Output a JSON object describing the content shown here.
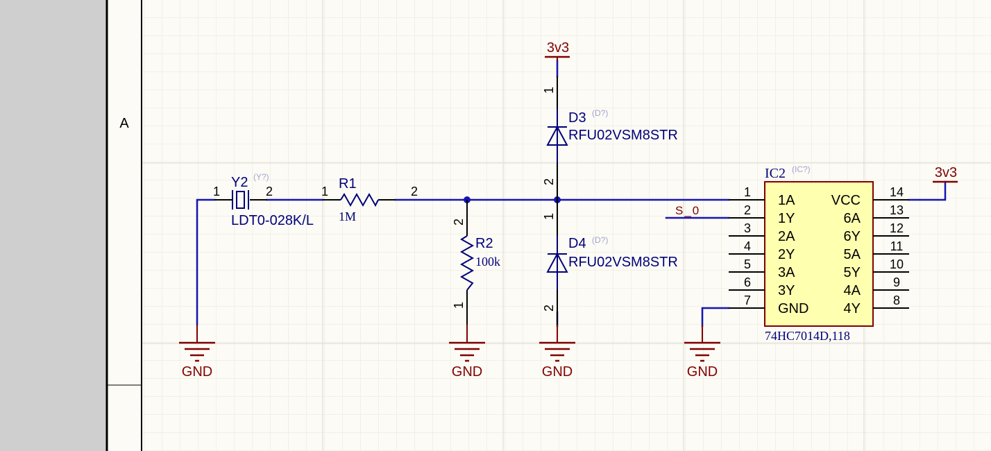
{
  "sheet": {
    "zone_label": "A"
  },
  "colors": {
    "wire": "#1414b4",
    "power": "#800000",
    "part": "#00007a",
    "ic_body": "#ffffb0",
    "ic_border": "#800000",
    "designator_hint": "#a3a3d1"
  },
  "power_ports": {
    "vcc_label": "3v3",
    "gnd_label": "GND"
  },
  "crystal": {
    "designator": "Y2",
    "designator_hint": "(Y?)",
    "value": "LDT0-028K/L",
    "pin1": "1",
    "pin2": "2"
  },
  "resistors": [
    {
      "designator": "R1",
      "value": "1M",
      "pin1": "1",
      "pin2": "2"
    },
    {
      "designator": "R2",
      "value": "100k",
      "pin1": "1",
      "pin2": "2"
    }
  ],
  "diodes": [
    {
      "designator": "D3",
      "designator_hint": "(D?)",
      "value": "RFU02VSM8STR",
      "pin1": "1",
      "pin2": "2"
    },
    {
      "designator": "D4",
      "designator_hint": "(D?)",
      "value": "RFU02VSM8STR",
      "pin1": "1",
      "pin2": "2"
    }
  ],
  "net_labels": {
    "s0": "S_0"
  },
  "ic": {
    "designator": "IC2",
    "designator_hint": "(IC?)",
    "part_number": "74HC7014D,118",
    "left_pins": [
      {
        "num": "1",
        "name": "1A"
      },
      {
        "num": "2",
        "name": "1Y"
      },
      {
        "num": "3",
        "name": "2A"
      },
      {
        "num": "4",
        "name": "2Y"
      },
      {
        "num": "5",
        "name": "3A"
      },
      {
        "num": "6",
        "name": "3Y"
      },
      {
        "num": "7",
        "name": "GND"
      }
    ],
    "right_pins": [
      {
        "num": "14",
        "name": "VCC"
      },
      {
        "num": "13",
        "name": "6A"
      },
      {
        "num": "12",
        "name": "6Y"
      },
      {
        "num": "11",
        "name": "5A"
      },
      {
        "num": "10",
        "name": "5Y"
      },
      {
        "num": "9",
        "name": "4A"
      },
      {
        "num": "8",
        "name": "4Y"
      }
    ]
  }
}
